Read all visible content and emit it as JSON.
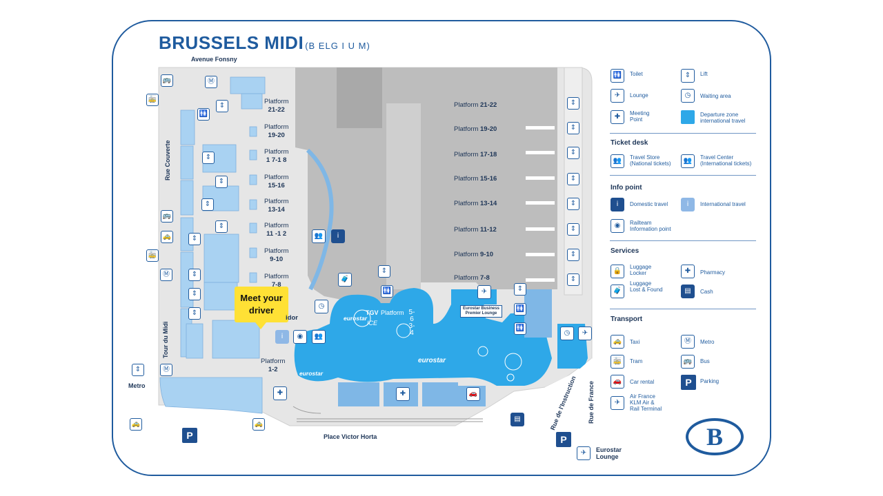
{
  "title": {
    "main": "BRUSSELS MIDI",
    "sub": "(B ELG I U M)"
  },
  "colors": {
    "brand": "#1f5b9e",
    "departure_zone": "#2ea8e8",
    "meet_bg": "#ffe135",
    "building": "#bdbdbd",
    "concourse": "#e6e6e6"
  },
  "streets": {
    "avenue_fonsny": "Avenue Fonsny",
    "rue_couverte": "Rue Couverte",
    "tour_du_midi": "Tour du Midi",
    "place_victor_horta": "Place Victor Horta",
    "rue_de_linstruction": "Rue de l'Instruction",
    "rue_de_france": "Rue de France",
    "metro": "Metro"
  },
  "platforms_left": [
    {
      "label": "Platform",
      "num": "21-22"
    },
    {
      "label": "Platform",
      "num": "19-20"
    },
    {
      "label": "Platform",
      "num": "1 7-1 8"
    },
    {
      "label": "Platform",
      "num": "15-16"
    },
    {
      "label": "Platform",
      "num": "13-14"
    },
    {
      "label": "Platform",
      "num": "11 -1 2"
    },
    {
      "label": "Platform",
      "num": "9-10"
    },
    {
      "label": "Platform",
      "num": "7-8"
    },
    {
      "label": "Platform",
      "num": "1-2"
    }
  ],
  "platforms_right": [
    {
      "label": "Platform",
      "num": "21-22"
    },
    {
      "label": "Platform",
      "num": "19-20"
    },
    {
      "label": "Platform",
      "num": "17-18"
    },
    {
      "label": "Platform",
      "num": "15-16"
    },
    {
      "label": "Platform",
      "num": "13-14"
    },
    {
      "label": "Platform",
      "num": "11-12"
    },
    {
      "label": "Platform",
      "num": "9-10"
    },
    {
      "label": "Platform",
      "num": "7-8"
    }
  ],
  "platform_center": {
    "label": "Platform",
    "nums": [
      "5-",
      "6",
      "3-",
      "4"
    ]
  },
  "map_labels": {
    "meet_driver": [
      "Meet your",
      "driver"
    ],
    "corridor_fragment": "idor",
    "tgv": "TGV",
    "ice": "ICE",
    "eurostar": "eurostar",
    "business_lounge": [
      "Eurostar Business",
      "Premier Lounge"
    ],
    "eurostar_lounge": [
      "Eurostar",
      "Lounge"
    ],
    "taxi": "Taxi"
  },
  "legend": {
    "general": [
      {
        "icon": "toilet-icon",
        "label": [
          "Toilet"
        ]
      },
      {
        "icon": "lift-icon",
        "label": [
          "Lift"
        ]
      },
      {
        "icon": "lounge-icon",
        "label": [
          "Lounge"
        ]
      },
      {
        "icon": "waiting-area-icon",
        "label": [
          "Waiting area"
        ]
      },
      {
        "icon": "meeting-point-icon",
        "label": [
          "Meeting",
          "Point"
        ]
      },
      {
        "icon": "departure-zone-swatch",
        "label": [
          "Departure zone",
          "international travel"
        ]
      }
    ],
    "ticket_desk": {
      "heading": "Ticket desk",
      "items": [
        {
          "icon": "travel-store-icon",
          "label": [
            "Travel Store",
            "(National tickets)"
          ]
        },
        {
          "icon": "travel-center-icon",
          "label": [
            "Travel Center",
            "(International tickets)"
          ]
        }
      ]
    },
    "info_point": {
      "heading": "Info point",
      "items": [
        {
          "icon": "domestic-info-icon",
          "label": [
            "Domestic travel"
          ]
        },
        {
          "icon": "international-info-icon",
          "label": [
            "International travel"
          ]
        },
        {
          "icon": "railteam-info-icon",
          "label": [
            "Railteam",
            "Information point"
          ]
        }
      ]
    },
    "services": {
      "heading": "Services",
      "items": [
        {
          "icon": "luggage-locker-icon",
          "label": [
            "Luggage",
            "Locker"
          ]
        },
        {
          "icon": "pharmacy-icon",
          "label": [
            "Pharmacy"
          ]
        },
        {
          "icon": "lost-found-icon",
          "label": [
            "Luggage",
            "Lost & Found"
          ]
        },
        {
          "icon": "cash-icon",
          "label": [
            "Cash"
          ]
        }
      ]
    },
    "transport": {
      "heading": "Transport",
      "items": [
        {
          "icon": "taxi-icon",
          "label": [
            "Taxi"
          ]
        },
        {
          "icon": "metro-icon",
          "label": [
            "Metro"
          ]
        },
        {
          "icon": "tram-icon",
          "label": [
            "Tram"
          ]
        },
        {
          "icon": "bus-icon",
          "label": [
            "Bus"
          ]
        },
        {
          "icon": "car-rental-icon",
          "label": [
            "Car rental"
          ]
        },
        {
          "icon": "parking-icon",
          "label": [
            "Parking"
          ]
        },
        {
          "icon": "air-france-icon",
          "label": [
            "Air France",
            "KLM Air &",
            "Rail Terminal"
          ]
        }
      ]
    }
  },
  "parking_symbol": "P",
  "logo_letter": "B"
}
